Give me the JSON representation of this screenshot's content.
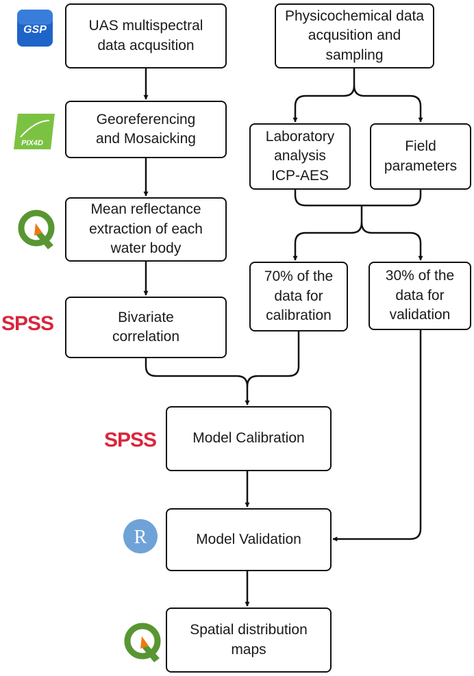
{
  "steps": {
    "uas": "UAS multispectral\ndata acqusition",
    "georef": "Georeferencing\nand Mosaicking",
    "mean": "Mean reflectance\nextraction of each\nwater body",
    "bivariate": "Bivariate\ncorrelation",
    "physico": "Physicochemical data\nacqusition and\nsampling",
    "lab": "Laboratory\nanalysis\nICP-AES",
    "field": "Field\nparameters",
    "calib70": "70% of the\ndata for\ncalibration",
    "valid30": "30% of the\ndata for\nvalidation",
    "model_cal": "Model Calibration",
    "model_val": "Model Validation",
    "spatial": "Spatial distribution\nmaps"
  },
  "logos": {
    "gsp": "GSP",
    "pix4d": "PIX4D",
    "spss": "SPSS",
    "r": "R"
  },
  "colors": {
    "gsp_blue": "#1e64c8",
    "pix4d_green": "#7cc242",
    "qgis_green": "#589632",
    "qgis_orange": "#ee7913",
    "spss_red": "#d9263d",
    "r_blue": "#6fa3d8",
    "line": "#111111"
  }
}
